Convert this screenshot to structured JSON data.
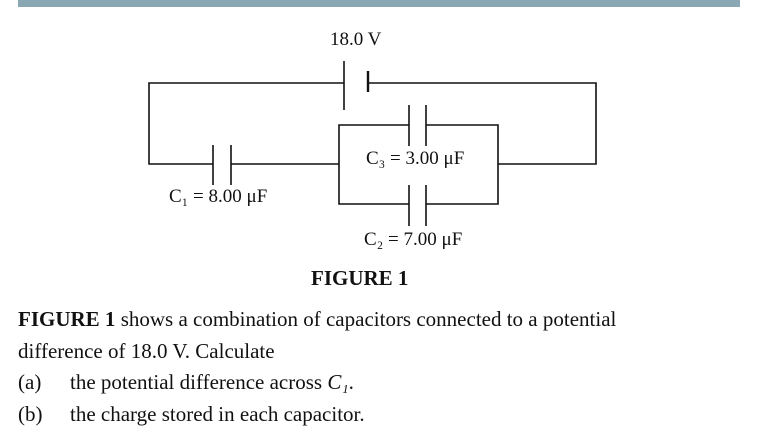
{
  "figure": {
    "voltage_label": "18.0 V",
    "c1_label": "C₁ = 8.00 μF",
    "c2_label": "C₂ = 7.00 μF",
    "c3_label": "C₃ = 3.00 μF",
    "caption": "FIGURE 1"
  },
  "question": {
    "intro_bold": "FIGURE 1",
    "intro_line1": " shows a combination of capacitors connected to a potential",
    "intro_line2": "difference of 18.0 V. Calculate",
    "parts": [
      {
        "label": "(a)",
        "text_before": "the potential difference across ",
        "var": "C₁",
        "text_after": "."
      },
      {
        "label": "(b)",
        "text_before": "the charge stored in each capacitor.",
        "var": "",
        "text_after": ""
      }
    ]
  }
}
